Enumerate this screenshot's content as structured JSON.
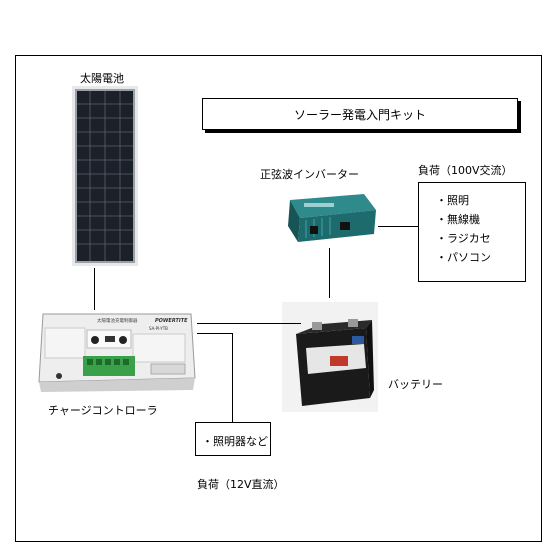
{
  "title": "ソーラー発電入門キット",
  "solar_panel": {
    "label": "太陽電池"
  },
  "inverter": {
    "label": "正弦波インバーター"
  },
  "controller": {
    "label": "チャージコントローラ",
    "brand": "POWERTITE",
    "header_text": "太陽電池充電制御器",
    "model": "SA-PI-YTB"
  },
  "battery": {
    "label": "バッテリー"
  },
  "load_ac": {
    "label": "負荷（100V交流）",
    "items": [
      "・照明",
      "・無線機",
      "・ラジカセ",
      "・パソコン"
    ]
  },
  "load_dc": {
    "label": "負荷（12V直流）",
    "items": [
      "・照明器など"
    ]
  }
}
